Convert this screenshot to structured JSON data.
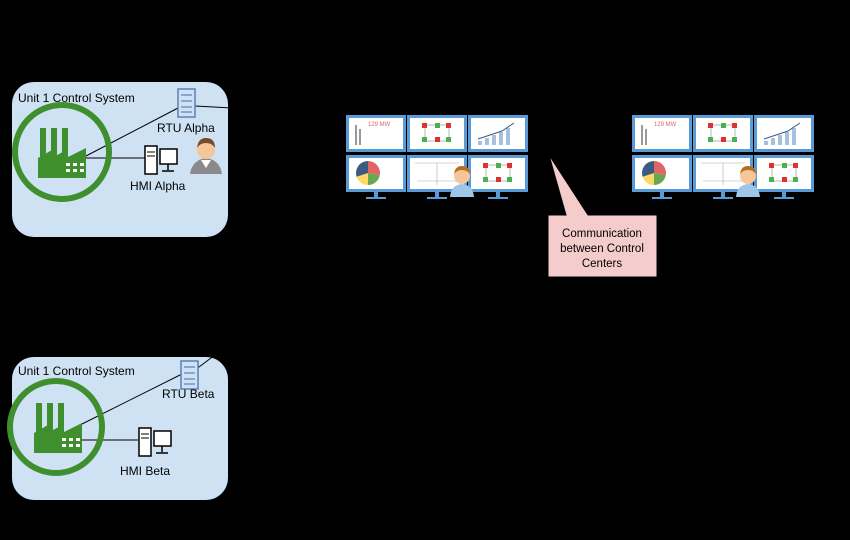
{
  "units": [
    {
      "title": "Unit 1 Control System",
      "rtu_label": "RTU Alpha",
      "hmi_label": "HMI Alpha"
    },
    {
      "title": "Unit 1 Control System",
      "rtu_label": "RTU Beta",
      "hmi_label": "HMI Beta"
    }
  ],
  "control_centers": [
    {
      "monitor_power_readout": "129 MW"
    },
    {
      "monitor_power_readout": "129 MW"
    }
  ],
  "callout": {
    "text_line1": "Communication",
    "text_line2": "between Control",
    "text_line3": "Centers"
  },
  "colors": {
    "background": "#000000",
    "unit_box": "#cfe2f3",
    "factory_green": "#3f8f2e",
    "callout_fill": "#f4cccc",
    "monitor_frame": "#5b9bd5",
    "pie_colors": [
      "#e06666",
      "#6aa84f",
      "#ffd966",
      "#3d5a80"
    ]
  },
  "icons": [
    "factory-icon",
    "server-rack-icon",
    "desktop-computer-icon",
    "operator-person-icon",
    "monitor-wall-icon"
  ]
}
